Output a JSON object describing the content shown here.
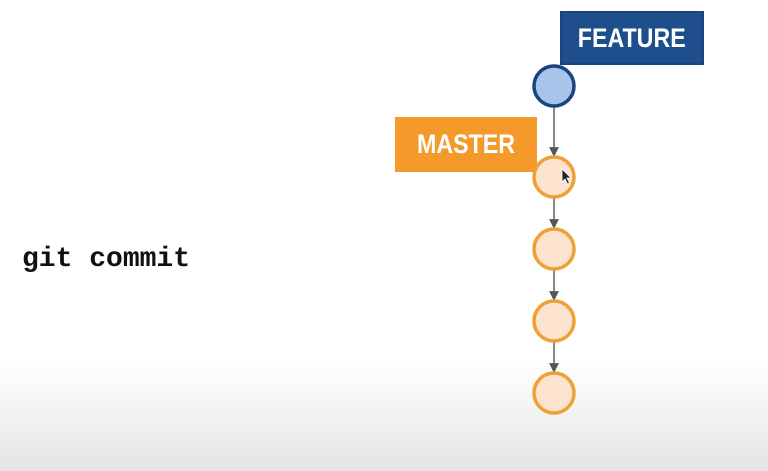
{
  "command": "git commit",
  "branches": [
    {
      "name": "FEATURE",
      "color": "#1f4e8c"
    },
    {
      "name": "MASTER",
      "color": "#f39a2b"
    }
  ],
  "commits": [
    {
      "branch": "FEATURE",
      "fill": "#a9c4ea",
      "stroke": "#1a4480"
    },
    {
      "branch": "MASTER",
      "fill": "#fbe3cf",
      "stroke": "#f0a035"
    },
    {
      "branch": "MASTER",
      "fill": "#fbe3cf",
      "stroke": "#f0a035"
    },
    {
      "branch": "MASTER",
      "fill": "#fbe3cf",
      "stroke": "#f0a035"
    },
    {
      "branch": "MASTER",
      "fill": "#fbe3cf",
      "stroke": "#f0a035"
    }
  ],
  "edge_color": "#555555"
}
